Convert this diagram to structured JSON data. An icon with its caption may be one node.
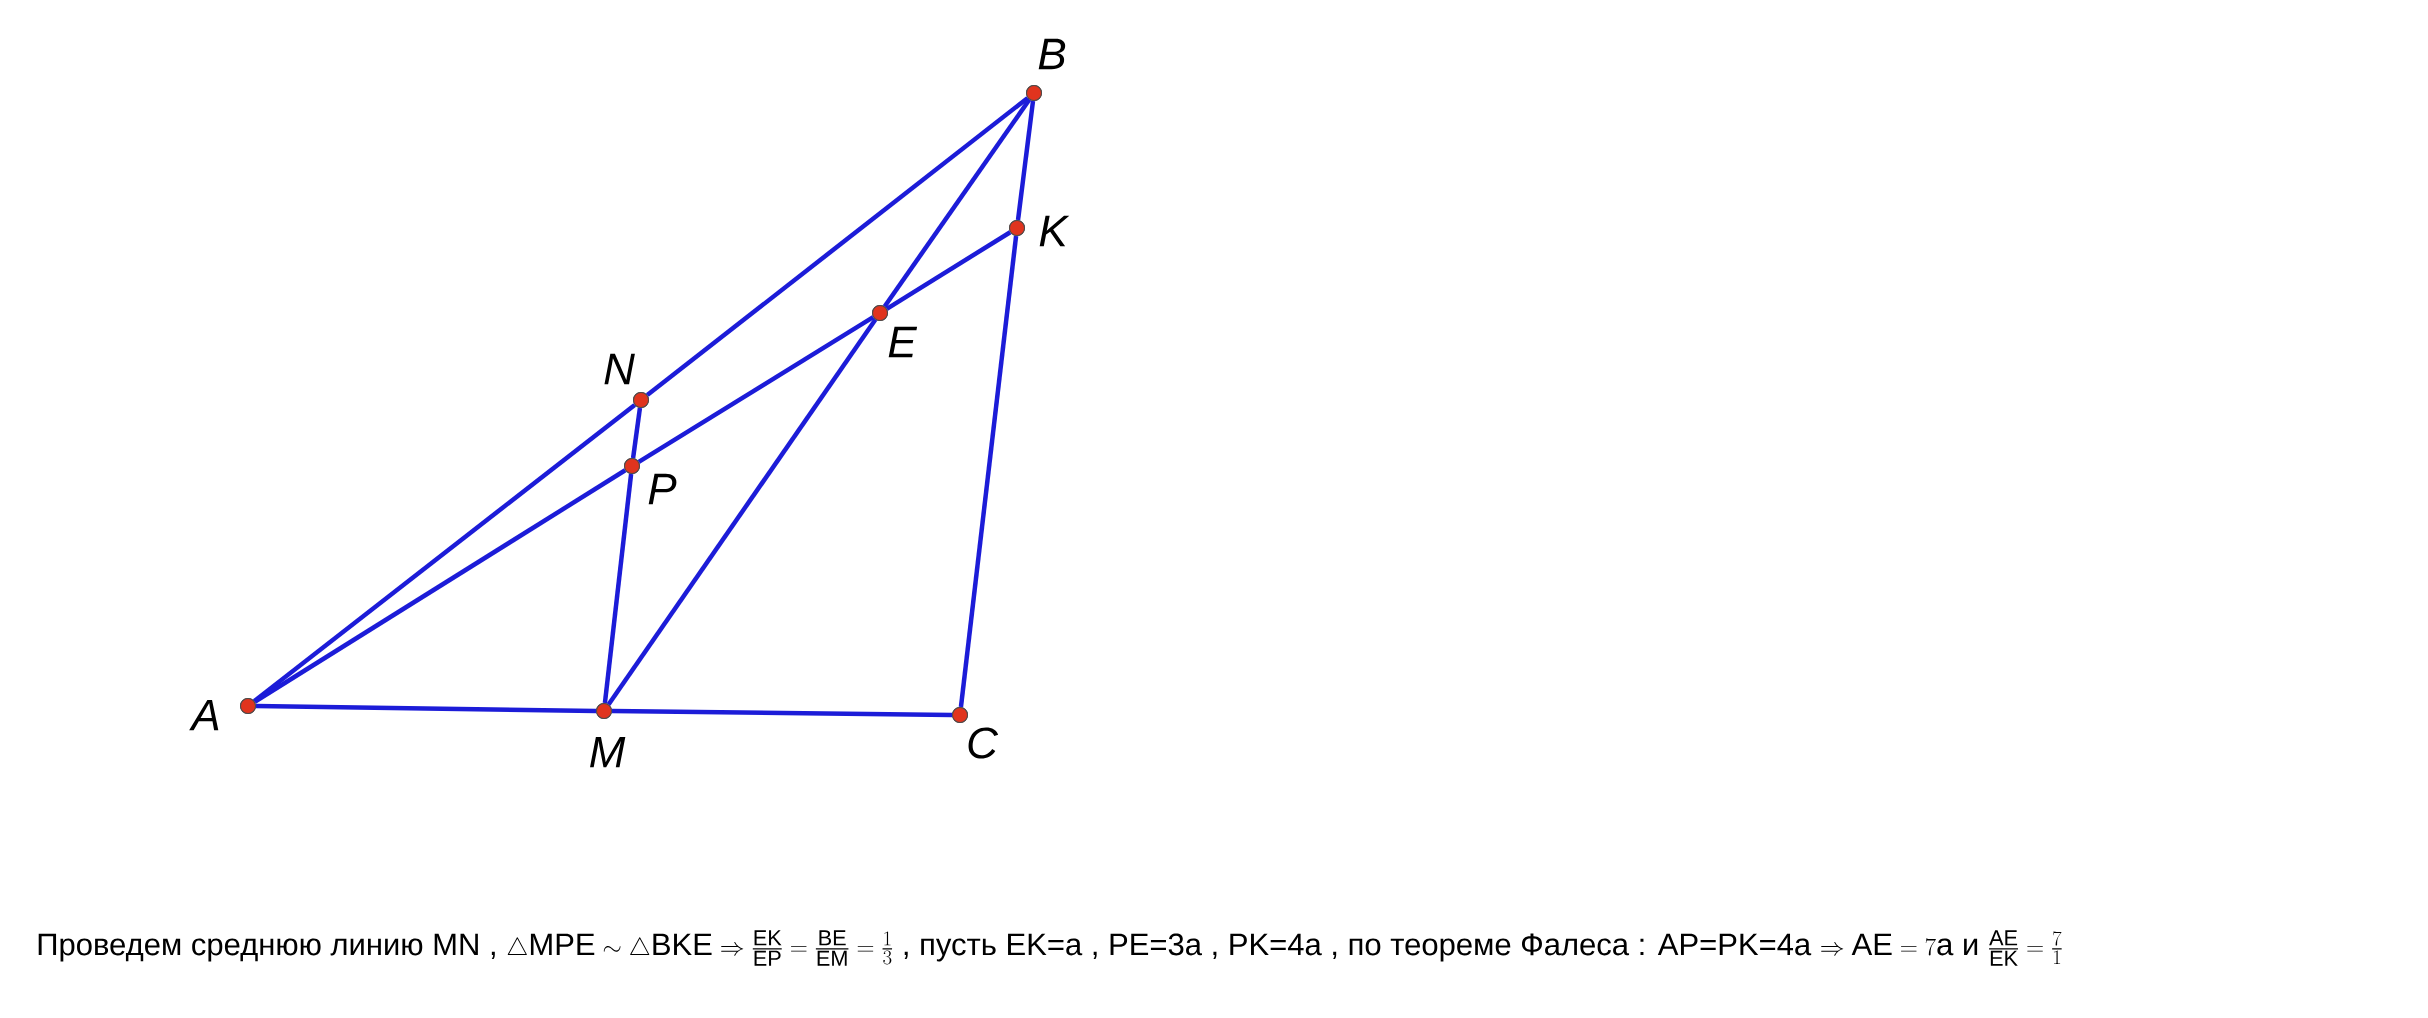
{
  "diagram": {
    "nodes": [
      {
        "text": [
          "B"
        ]
      },
      {
        "text": [
          "K"
        ]
      },
      {
        "text": [
          "E"
        ]
      },
      {
        "text": [
          "N"
        ]
      },
      {
        "text": [
          "P"
        ]
      },
      {
        "text": [
          "A"
        ]
      },
      {
        "text": [
          "M"
        ]
      },
      {
        "text": [
          "C"
        ]
      }
    ],
    "edges": [
      {
        "from": 5,
        "to": 3,
        "arrow": "none"
      },
      {
        "from": 3,
        "to": 0,
        "arrow": "none"
      },
      {
        "from": 5,
        "to": 4,
        "arrow": "none"
      },
      {
        "from": 4,
        "to": 2,
        "arrow": "none"
      },
      {
        "from": 2,
        "to": 1,
        "arrow": "none"
      },
      {
        "from": 0,
        "to": 2,
        "arrow": "none"
      },
      {
        "from": 2,
        "to": 6,
        "arrow": "none"
      },
      {
        "from": 3,
        "to": 4,
        "arrow": "none"
      },
      {
        "from": 4,
        "to": 6,
        "arrow": "none"
      },
      {
        "from": 0,
        "to": 1,
        "arrow": "none"
      },
      {
        "from": 1,
        "to": 7,
        "arrow": "none"
      },
      {
        "from": 5,
        "to": 6,
        "arrow": "none"
      },
      {
        "from": 6,
        "to": 7,
        "arrow": "none"
      }
    ],
    "labels": [
      "Проведем среднюю линию MN ,",
      "\\triangle\\mathsf{MPE}\\sim\\triangle\\mathsf{BKE}\\Rightarrow\\frac{\\mathsf{EK}}{\\mathsf{EP}}=\\frac{\\mathsf{BE}}{\\mathsf{EM}}=\\frac{1}{3}",
      ", пусть EK=a , PE=3a , PK=4a , по теореме Фалеса : AP=PK=4a",
      "\\Rightarrow\\mathsf{AE}=7\\mathsf{a}",
      "и",
      "\\frac{\\mathsf{AE}}{\\mathsf{EK}}=\\frac{7}{1}"
    ]
  }
}
